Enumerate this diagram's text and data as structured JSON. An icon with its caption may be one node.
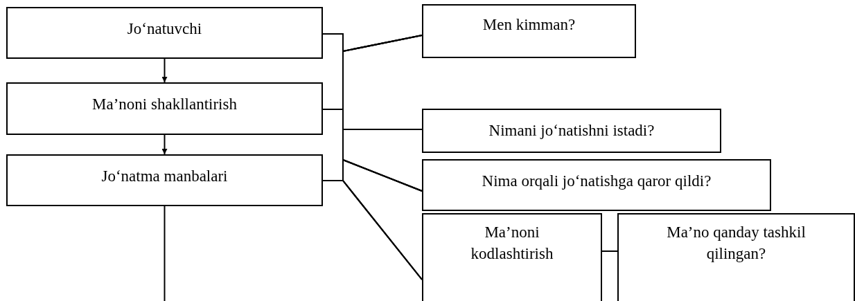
{
  "diagram": {
    "nodes": [
      {
        "text": [
          "Jo‘natuvchi"
        ]
      },
      {
        "text": [
          "Ma’noni shakllantirish"
        ]
      },
      {
        "text": [
          "Jo‘natma manbalari"
        ]
      },
      {
        "text": [
          "Men kimman?"
        ]
      },
      {
        "text": [
          "Nimani jo‘natishni istadi?"
        ]
      },
      {
        "text": [
          "Nima orqali jo‘natishga qaror qildi?"
        ]
      },
      {
        "text": [
          "Ma’noni kodlashtirish"
        ]
      },
      {
        "text": [
          "Ma’no qanday tashkil qilingan?"
        ]
      }
    ],
    "edges": [
      {
        "from": 0,
        "to": 1,
        "arrow": "to"
      },
      {
        "from": 1,
        "to": 2,
        "arrow": "to"
      },
      {
        "from": 2,
        "to": null,
        "arrow": "none"
      },
      {
        "from": 0,
        "to": 3,
        "arrow": "none"
      },
      {
        "from": 0,
        "to": 4,
        "arrow": "none"
      },
      {
        "from": 0,
        "to": 5,
        "arrow": "none"
      },
      {
        "from": 0,
        "to": 6,
        "arrow": "none"
      },
      {
        "from": 1,
        "to": 3,
        "arrow": "none"
      },
      {
        "from": 1,
        "to": 4,
        "arrow": "none"
      },
      {
        "from": 1,
        "to": 5,
        "arrow": "none"
      },
      {
        "from": 1,
        "to": 6,
        "arrow": "none"
      },
      {
        "from": 2,
        "to": 3,
        "arrow": "none"
      },
      {
        "from": 2,
        "to": 4,
        "arrow": "none"
      },
      {
        "from": 2,
        "to": 5,
        "arrow": "none"
      },
      {
        "from": 2,
        "to": 6,
        "arrow": "none"
      },
      {
        "from": 6,
        "to": 7,
        "arrow": "none"
      }
    ]
  }
}
